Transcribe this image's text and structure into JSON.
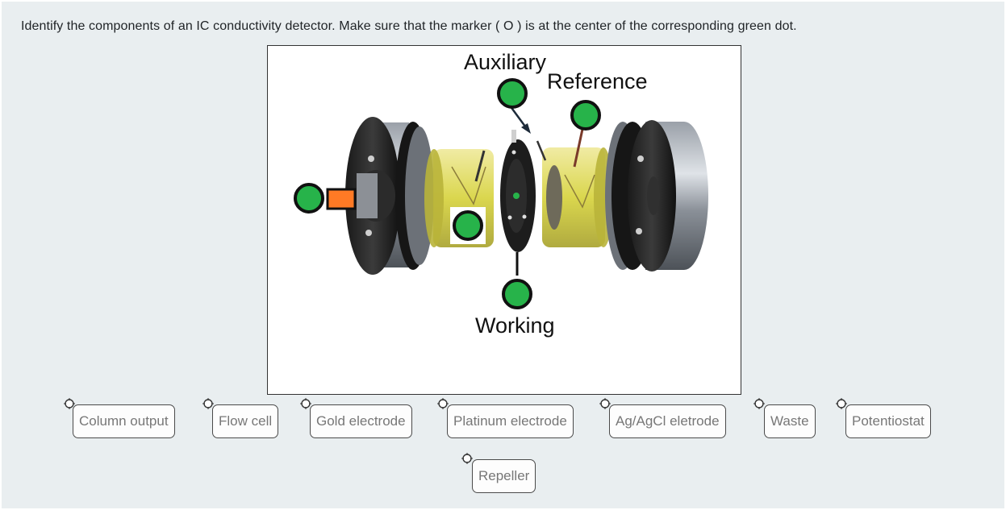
{
  "question": {
    "instruction": "Identify the components of an IC conductivity detector.  Make sure that the marker ( O ) is at the center of the corresponding green dot."
  },
  "figure": {
    "labels": {
      "auxiliary": "Auxiliary",
      "reference": "Reference",
      "working": "Working"
    },
    "colors": {
      "drop_zone": "#27b34a",
      "inlet": "#ff7a25",
      "cell_body": "#d6d23a"
    }
  },
  "options": [
    {
      "id": "column-output",
      "label": "Column output"
    },
    {
      "id": "flow-cell",
      "label": "Flow cell"
    },
    {
      "id": "gold-electrode",
      "label": "Gold electrode"
    },
    {
      "id": "platinum-electrode",
      "label": "Platinum electrode"
    },
    {
      "id": "agagcl-electrode",
      "label": "Ag/AgCl eletrode"
    },
    {
      "id": "waste",
      "label": "Waste"
    },
    {
      "id": "potentiostat",
      "label": "Potentiostat"
    },
    {
      "id": "repeller",
      "label": "Repeller"
    }
  ],
  "marker_icon": "crosshair-circle-icon"
}
